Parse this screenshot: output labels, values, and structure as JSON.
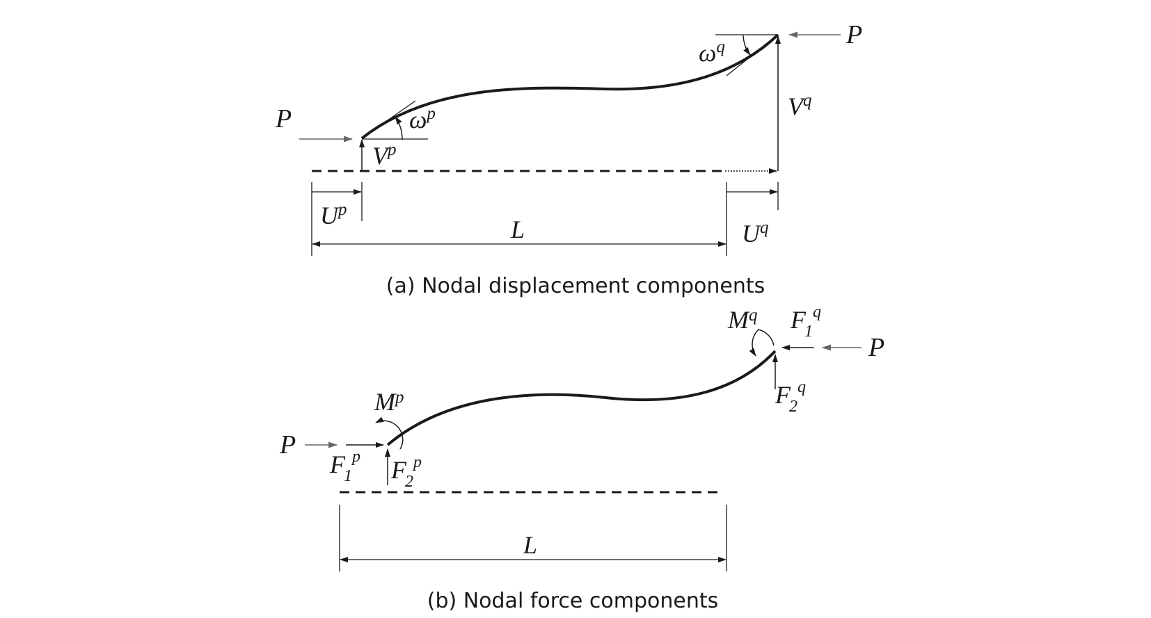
{
  "diagram": {
    "a": {
      "caption": "(a) Nodal displacement components",
      "labels": {
        "p_left": "P",
        "p_right": "P",
        "omega_p": "ω",
        "omega_p_sup": "p",
        "omega_q": "ω",
        "omega_q_sup": "q",
        "v_p": "V",
        "v_p_sup": "p",
        "v_q": "V",
        "v_q_sup": "q",
        "u_p": "U",
        "u_p_sup": "p",
        "u_q": "U",
        "u_q_sup": "q",
        "length": "L"
      }
    },
    "b": {
      "caption": "(b) Nodal force components",
      "labels": {
        "p_left": "P",
        "p_right": "P",
        "m_p": "M",
        "m_p_sup": "p",
        "m_q": "M",
        "m_q_sup": "q",
        "f1_p": "F",
        "f1_p_sub": "1",
        "f1_p_sup": "p",
        "f2_p": "F",
        "f2_p_sub": "2",
        "f2_p_sup": "p",
        "f1_q": "F",
        "f1_q_sub": "1",
        "f1_q_sup": "q",
        "f2_q": "F",
        "f2_q_sub": "2",
        "f2_q_sup": "q",
        "length": "L"
      }
    },
    "colors": {
      "ink": "#1a1a1a",
      "load_arrow": "#666666"
    }
  }
}
